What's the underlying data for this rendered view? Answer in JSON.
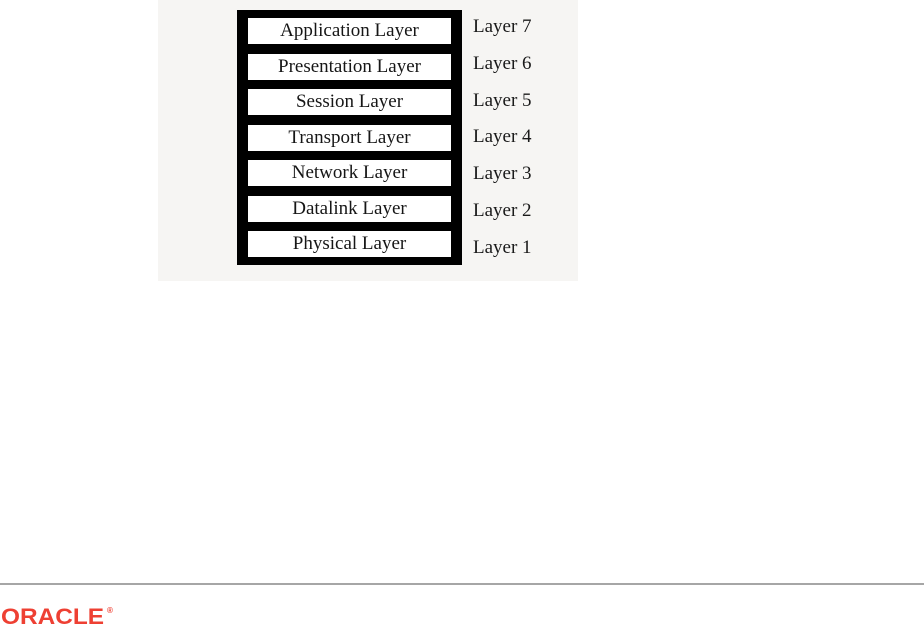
{
  "figure": {
    "layers": [
      {
        "name": "Application Layer",
        "number_label": "Layer 7"
      },
      {
        "name": "Presentation Layer",
        "number_label": "Layer 6"
      },
      {
        "name": "Session Layer",
        "number_label": "Layer 5"
      },
      {
        "name": "Transport Layer",
        "number_label": "Layer 4"
      },
      {
        "name": "Network Layer",
        "number_label": "Layer 3"
      },
      {
        "name": "Datalink Layer",
        "number_label": "Layer 2"
      },
      {
        "name": "Physical Layer",
        "number_label": "Layer 1"
      }
    ]
  },
  "footer": {
    "logo_text": "ORACLE",
    "registered_mark": "®",
    "logo_color": "#EE4033",
    "divider_color": "#A6A6A6"
  }
}
